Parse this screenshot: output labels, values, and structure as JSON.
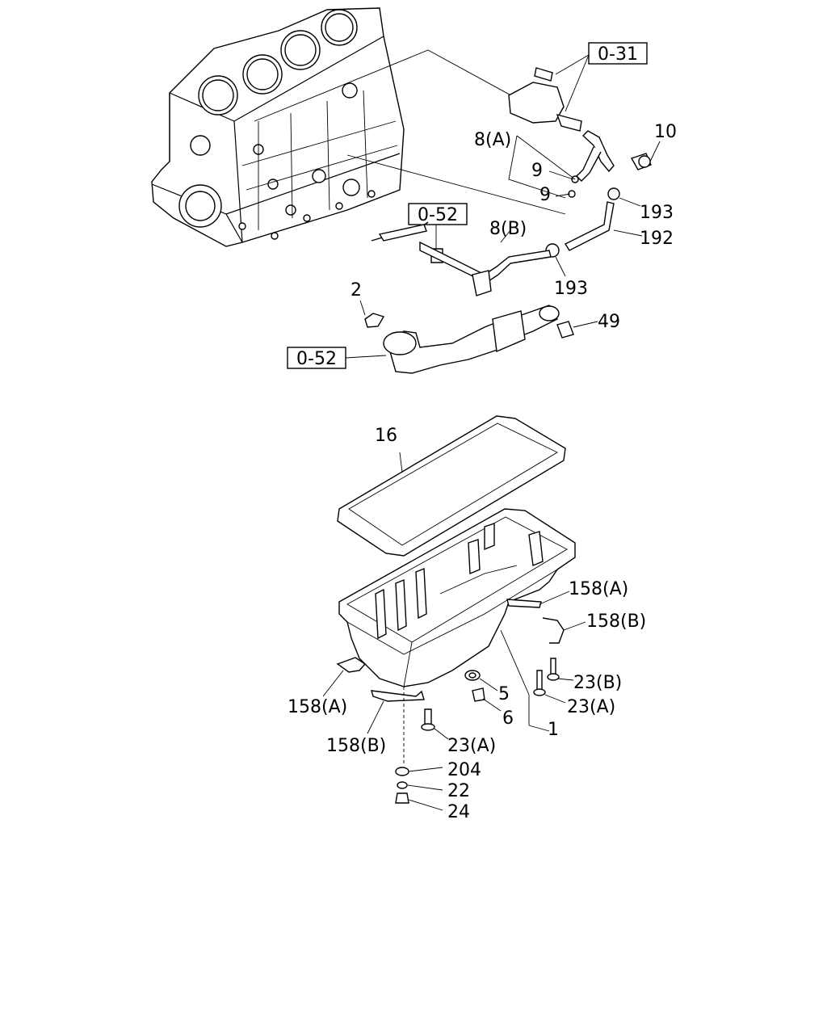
{
  "labels": {
    "ref_031": "0-31",
    "ref_052_top": "0-52",
    "ref_052_left": "0-52",
    "p10": "10",
    "p8a": "8(A)",
    "p9a": "9",
    "p9b": "9",
    "p193a": "193",
    "p192": "192",
    "p8b": "8(B)",
    "p193b": "193",
    "p2": "2",
    "p49": "49",
    "p16": "16",
    "p158a_r": "158(A)",
    "p158b_r": "158(B)",
    "p23b": "23(B)",
    "p23a_r": "23(A)",
    "p5": "5",
    "p6": "6",
    "p1": "1",
    "p158a_l": "158(A)",
    "p158b_l": "158(B)",
    "p23a_b": "23(A)",
    "p204": "204",
    "p22": "22",
    "p24": "24"
  }
}
